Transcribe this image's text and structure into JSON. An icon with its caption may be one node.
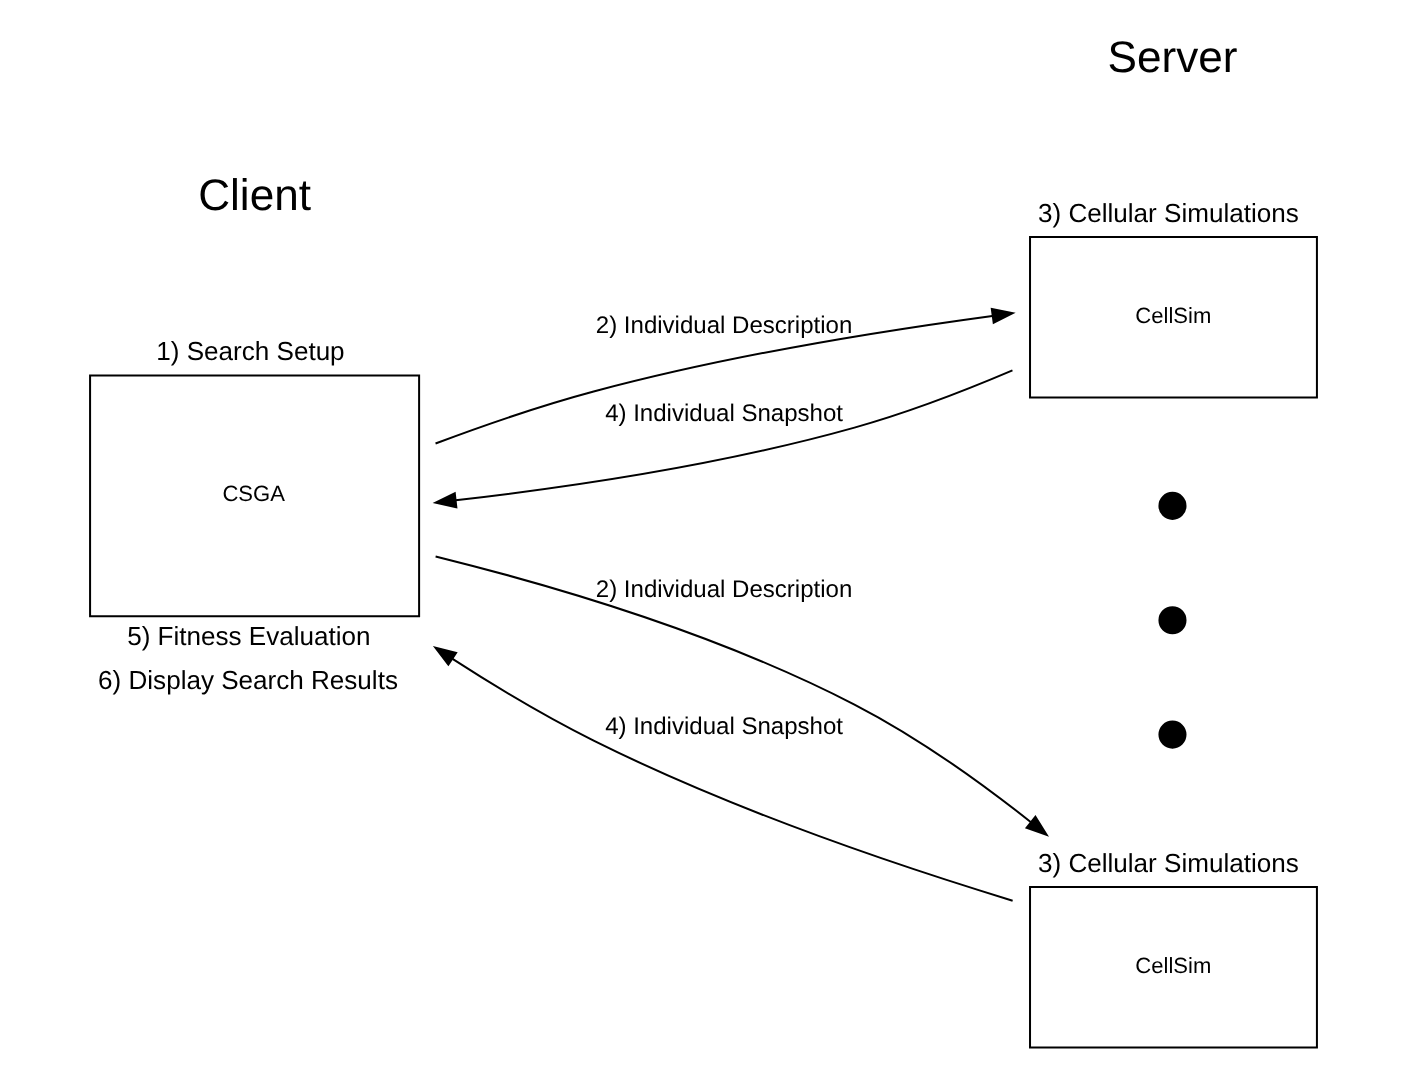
{
  "diagram": {
    "nodes": [
      {
        "text": [
          "1) Search Setup",
          "CSGA"
        ],
        "beside": [
          "5) Fitness Evaluation",
          "6) Display Search Results"
        ]
      },
      {
        "text": [
          "3) Cellular Simulations",
          "CellSim"
        ]
      },
      {
        "text": [
          "3) Cellular Simulations",
          "CellSim"
        ]
      },
      {
        "text": [],
        "shape": "circle"
      },
      {
        "text": [],
        "shape": "circle"
      },
      {
        "text": [],
        "shape": "circle"
      }
    ],
    "edges": [
      {
        "from": 0,
        "to": 1,
        "arrow": "to",
        "label": "2) Individual Description"
      },
      {
        "from": 1,
        "to": 0,
        "arrow": "to",
        "label": "4) Individual Snapshot"
      },
      {
        "from": 0,
        "to": 2,
        "arrow": "to",
        "label": "2) Individual Description"
      },
      {
        "from": 2,
        "to": 0,
        "arrow": "to",
        "label": "4) Individual Snapshot"
      }
    ],
    "labels": [
      "Client",
      "Server"
    ]
  }
}
